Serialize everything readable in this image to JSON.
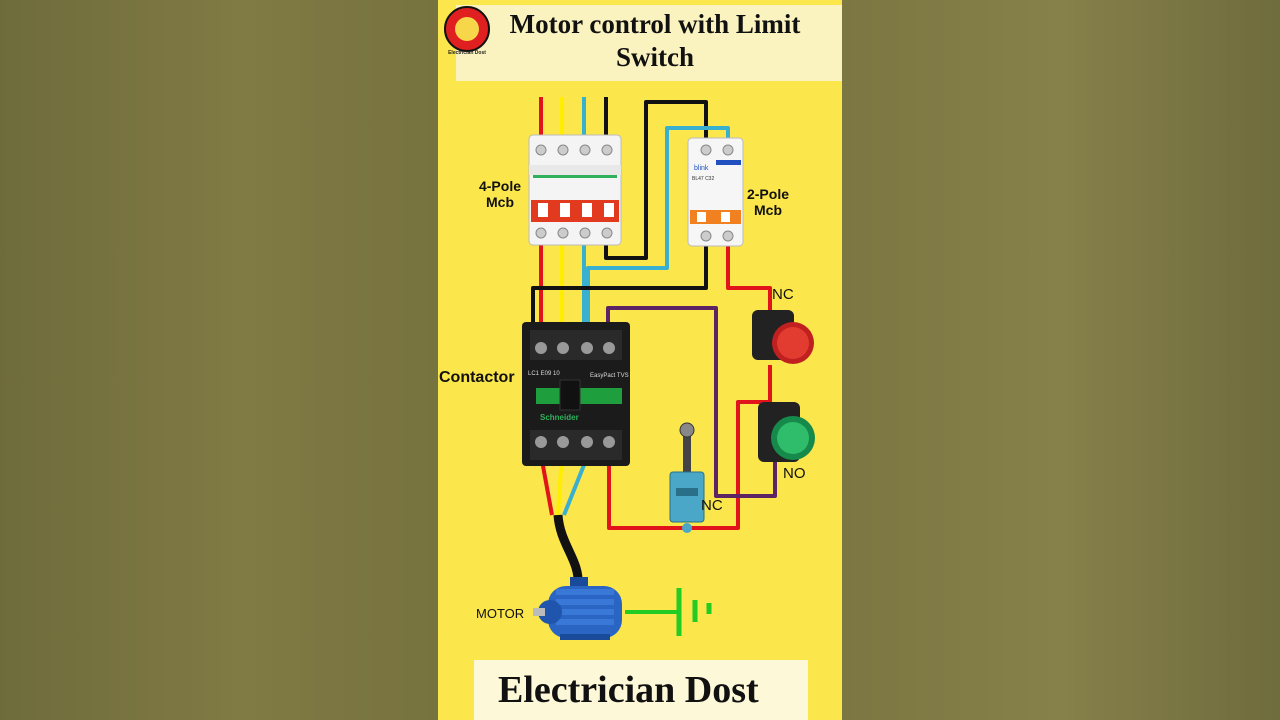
{
  "title": {
    "line1": "Motor control with Limit",
    "line2": "Switch"
  },
  "logo": {
    "caption": "Electrician Dost",
    "icon": "plug-icon"
  },
  "labels": {
    "mcb4_line1": "4-Pole",
    "mcb4_line2": "Mcb",
    "mcb2_line1": "2-Pole",
    "mcb2_line2": "Mcb",
    "contactor": "Contactor",
    "nc_button": "NC",
    "no_button": "NO",
    "limit_switch": "NC",
    "motor": "MOTOR"
  },
  "device_text": {
    "mcb2_brand": "blink",
    "mcb2_model": "BL47  C32",
    "contactor_brand": "Schneider",
    "contactor_series": "EasyPact TVS",
    "contactor_model": "LC1 E09 10"
  },
  "footer": {
    "text": "Electrician Dost"
  },
  "colors": {
    "panel": "#fbe64b",
    "red_wire": "#e0141a",
    "yellow_wire": "#ffee00",
    "blue_wire": "#39b0cf",
    "black_wire": "#111111",
    "purple_wire": "#5c2463",
    "earth_wire": "#22cc22"
  }
}
